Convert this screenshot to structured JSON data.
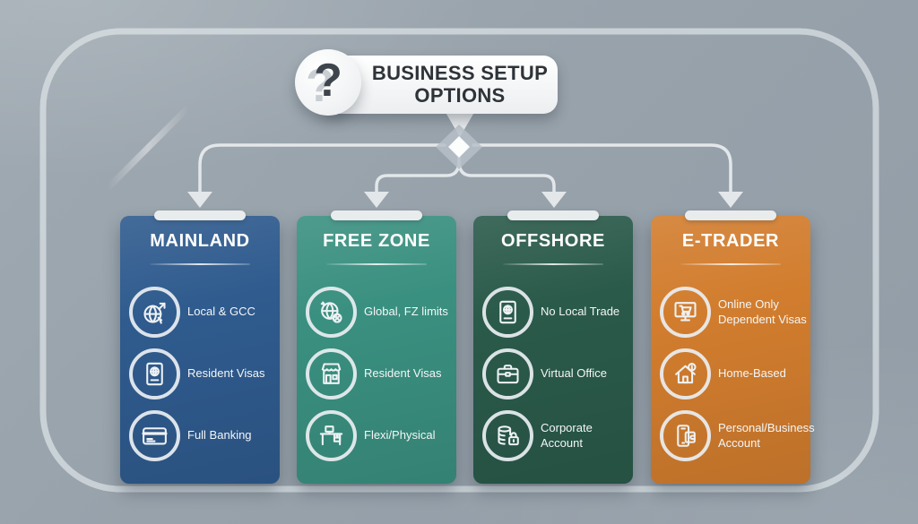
{
  "palette": {
    "background": "#98a2ab",
    "frame_line": "#dfe5e9",
    "connector_line": "#e3e7ea",
    "callout_bg": "#ffffff",
    "header_text": "#2e3338",
    "tab": "#e9eced",
    "label_text": "#f3f6f7"
  },
  "header": {
    "question_mark": "?",
    "title_line1": "BUSINESS SETUP",
    "title_line2": "OPTIONS"
  },
  "columns": [
    {
      "id": "mainland",
      "title": "MAINLAND",
      "color": "#2f5b8e",
      "items": [
        {
          "icon": "globe-arrow",
          "label": "Local & GCC"
        },
        {
          "icon": "passport",
          "label": "Resident Visas"
        },
        {
          "icon": "credit-card",
          "label": "Full Banking"
        }
      ]
    },
    {
      "id": "free-zone",
      "title": "FREE ZONE",
      "color": "#3a9080",
      "items": [
        {
          "icon": "globe-restricted",
          "label": "Global, FZ limits"
        },
        {
          "icon": "storefront",
          "label": "Resident Visas"
        },
        {
          "icon": "desk",
          "label": "Flexi/Physical"
        }
      ]
    },
    {
      "id": "offshore",
      "title": "OFFSHORE",
      "color": "#2a5a4a",
      "items": [
        {
          "icon": "passport",
          "label": "No Local Trade"
        },
        {
          "icon": "briefcase",
          "label": "Virtual Office"
        },
        {
          "icon": "coins-lock",
          "label": "Corporate Account"
        }
      ]
    },
    {
      "id": "e-trader",
      "title": "E-TRADER",
      "color": "#d27d2e",
      "items": [
        {
          "icon": "monitor-cart",
          "label": "Online Only Dependent Visas"
        },
        {
          "icon": "house-info",
          "label": "Home-Based"
        },
        {
          "icon": "phone-wallet",
          "label": "Personal/Business Account"
        }
      ]
    }
  ]
}
